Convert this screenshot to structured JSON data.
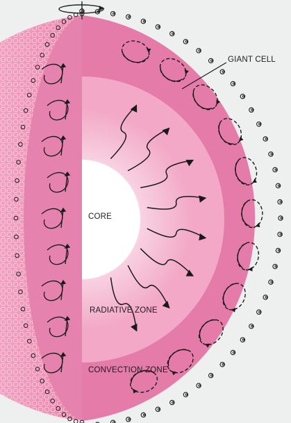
{
  "labels": {
    "giant_cell": "GIANT CELL",
    "core": "CORE",
    "radiative_zone": "RADIATIVE ZONE",
    "convection_zone": "CONVECTION ZONE"
  },
  "colors": {
    "background": "#eef0ef",
    "convection_zone": "#e07aa6",
    "radiative_zone": "#f4b5cf",
    "core": "#ffffff",
    "outer_sphere": "#f29bbd",
    "arrows": "#1a1a1a"
  }
}
